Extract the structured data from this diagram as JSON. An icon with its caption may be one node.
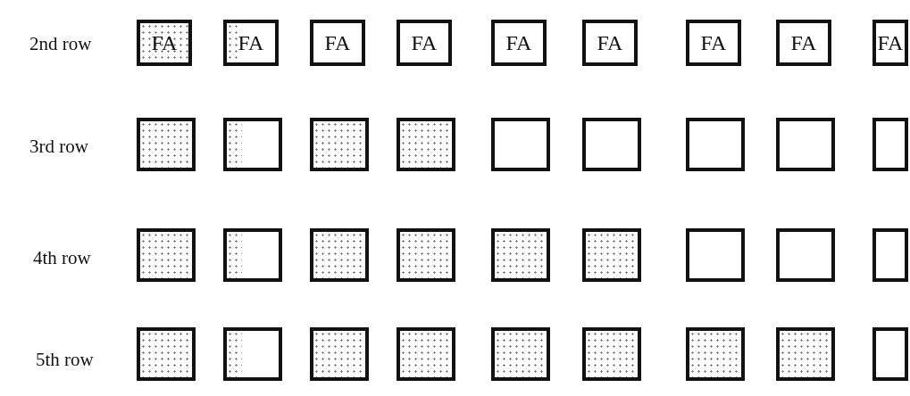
{
  "diagram": {
    "nodes": [
      {
        "text": [
          "FA"
        ]
      },
      {
        "text": [
          "FA"
        ]
      },
      {
        "text": [
          "FA"
        ]
      },
      {
        "text": [
          "FA"
        ]
      },
      {
        "text": [
          "FA"
        ]
      },
      {
        "text": [
          "FA"
        ]
      },
      {
        "text": [
          "FA"
        ]
      },
      {
        "text": [
          "FA"
        ]
      },
      {
        "text": [
          "FA"
        ]
      },
      {
        "text": [],
        "shape": "box"
      },
      {
        "text": [],
        "shape": "box"
      },
      {
        "text": [],
        "shape": "box"
      },
      {
        "text": [],
        "shape": "box"
      },
      {
        "text": [],
        "shape": "box"
      },
      {
        "text": [],
        "shape": "box"
      },
      {
        "text": [],
        "shape": "box"
      },
      {
        "text": [],
        "shape": "box"
      },
      {
        "text": [],
        "shape": "box"
      },
      {
        "text": [],
        "shape": "box"
      },
      {
        "text": [],
        "shape": "box"
      },
      {
        "text": [],
        "shape": "box"
      },
      {
        "text": [],
        "shape": "box"
      },
      {
        "text": [],
        "shape": "box"
      },
      {
        "text": [],
        "shape": "box"
      },
      {
        "text": [],
        "shape": "box"
      },
      {
        "text": [],
        "shape": "box"
      },
      {
        "text": [],
        "shape": "box"
      },
      {
        "text": [],
        "shape": "box"
      },
      {
        "text": [],
        "shape": "box"
      },
      {
        "text": [],
        "shape": "box"
      },
      {
        "text": [],
        "shape": "box"
      },
      {
        "text": [],
        "shape": "box"
      },
      {
        "text": [],
        "shape": "box"
      },
      {
        "text": [],
        "shape": "box"
      },
      {
        "text": [],
        "shape": "box"
      },
      {
        "text": [],
        "shape": "box"
      }
    ],
    "labels": [
      "2nd row",
      "3rd row",
      "4th row",
      "5th row"
    ]
  }
}
